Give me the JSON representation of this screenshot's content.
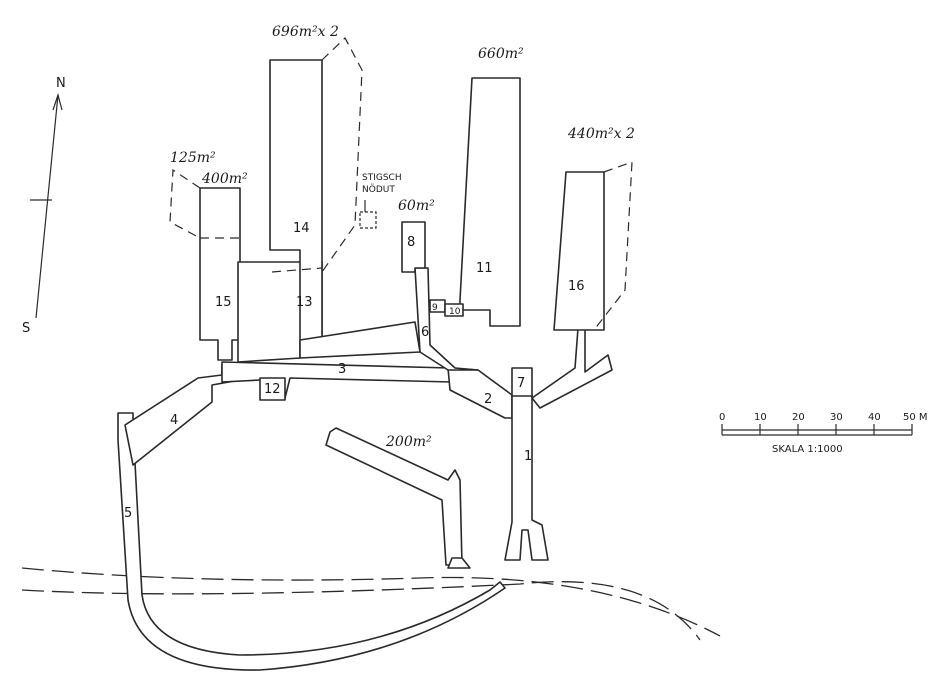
{
  "compass": {
    "north": "N",
    "south": "S"
  },
  "areas": {
    "a696": "696m²x 2",
    "a660": "660m²",
    "a440": "440m²x 2",
    "a125": "125m²",
    "a400": "400m²",
    "a60": "60m²",
    "a200": "200m²"
  },
  "emergency_exit": {
    "line1": "STIGSCH",
    "line2": "NÖDUT"
  },
  "rooms": [
    "1",
    "2",
    "3",
    "4",
    "5",
    "6",
    "7",
    "8",
    "9",
    "10",
    "11",
    "12",
    "13",
    "14",
    "15",
    "16"
  ],
  "scale": {
    "ticks": [
      "0",
      "10",
      "20",
      "30",
      "40",
      "50 M"
    ],
    "label": "SKALA 1:1000"
  }
}
